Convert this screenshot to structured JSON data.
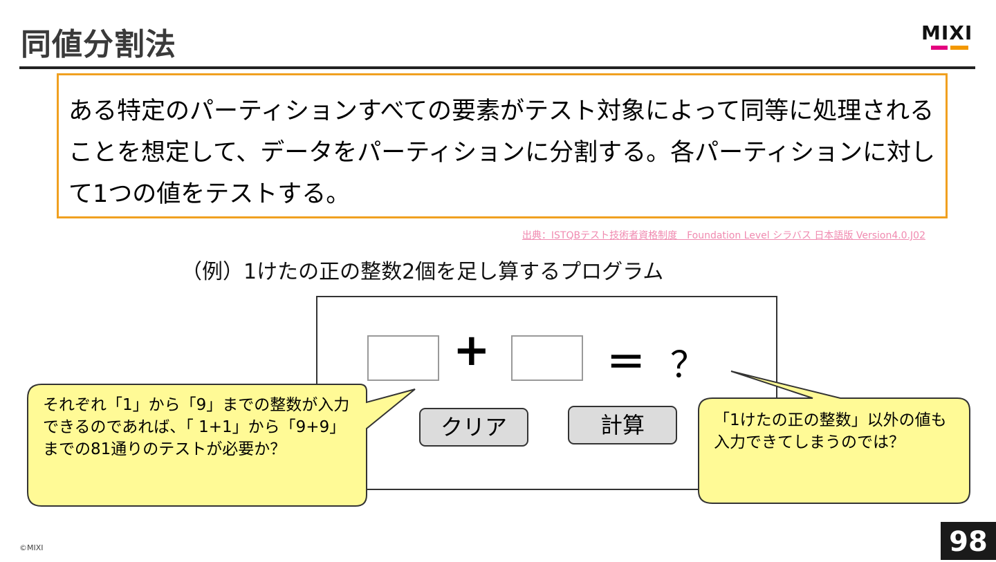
{
  "slide": {
    "title": "同値分割法",
    "logo_text": "MIXI",
    "definition": "ある特定のパーティションすべての要素がテスト対象によって同等に処理されることを想定して、データをパーティションに分割する。各パーティションに対して1つの値をテストする。",
    "source": "出典：ISTQBテスト技術者資格制度　Foundation Level シラバス 日本語版 Version4.0.J02",
    "example_caption": "（例）1けたの正の整数2個を足し算するプログラム",
    "copyright": "©MIXI",
    "page_number": "98"
  },
  "calculator": {
    "plus_symbol": "+",
    "equals_symbol": "＝",
    "result_symbol": "？",
    "clear_button": "クリア",
    "calc_button": "計算"
  },
  "callouts": {
    "left": "それぞれ「1」から「9」までの整数が入力できるのであれば、「 1+1」から「9+9」までの81通りのテストが必要か？",
    "right": "「1けたの正の整数」以外の値も入力できてしまうのでは？"
  },
  "colors": {
    "accent_orange": "#f0a020",
    "logo_pink": "#e4007f",
    "logo_orange": "#f39800",
    "callout_fill": "#fffa96",
    "source_link": "#f08ab0"
  }
}
